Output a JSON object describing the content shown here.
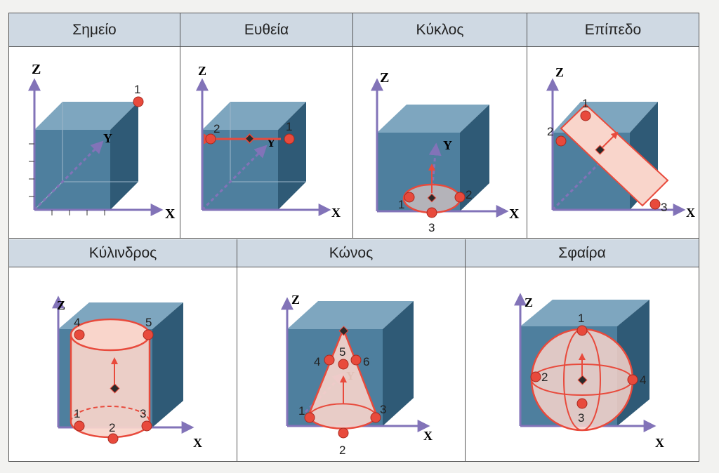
{
  "panels": {
    "point": {
      "title": "Σημείο",
      "points": [
        "1"
      ]
    },
    "line": {
      "title": "Ευθεία",
      "points": [
        "1",
        "2"
      ]
    },
    "circle": {
      "title": "Κύκλος",
      "points": [
        "1",
        "2",
        "3"
      ]
    },
    "plane": {
      "title": "Επίπεδο",
      "points": [
        "1",
        "2",
        "3"
      ]
    },
    "cylinder": {
      "title": "Κύλινδρος",
      "points": [
        "1",
        "2",
        "3",
        "4",
        "5"
      ]
    },
    "cone": {
      "title": "Κώνος",
      "points": [
        "1",
        "2",
        "3",
        "4",
        "5",
        "6"
      ]
    },
    "sphere": {
      "title": "Σφαίρα",
      "points": [
        "1",
        "2",
        "3",
        "4"
      ]
    }
  },
  "axes": {
    "x": "X",
    "y": "Y",
    "z": "Z"
  },
  "colors": {
    "cube_front": "#4e7f9e",
    "cube_top": "#7ea6bf",
    "cube_side": "#2f5a76",
    "axis": "#8273b8",
    "marker": "#e84a3c",
    "shape_fill": "#f9d5cb"
  }
}
